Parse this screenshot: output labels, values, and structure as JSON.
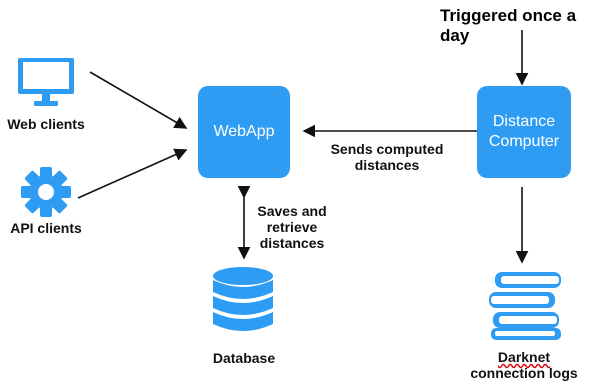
{
  "title": "Triggered once a day",
  "nodes": {
    "web_clients": "Web clients",
    "api_clients": "API clients",
    "webapp": "WebApp",
    "distance_computer": [
      "Distance",
      "Computer"
    ],
    "database": "Database",
    "darknet_logs": [
      "Darknet",
      "connection logs"
    ]
  },
  "edges": {
    "sends_computed": [
      "Sends computed",
      "distances"
    ],
    "saves_retrieve": [
      "Saves and",
      "retrieve",
      "distances"
    ]
  },
  "colors": {
    "accent": "#2f9cf4",
    "icon_blue": "#2f9cf4",
    "line": "#111111"
  },
  "icons": {
    "web_clients": "monitor-icon",
    "api_clients": "gear-icon",
    "database": "database-icon",
    "darknet_logs": "books-icon"
  }
}
